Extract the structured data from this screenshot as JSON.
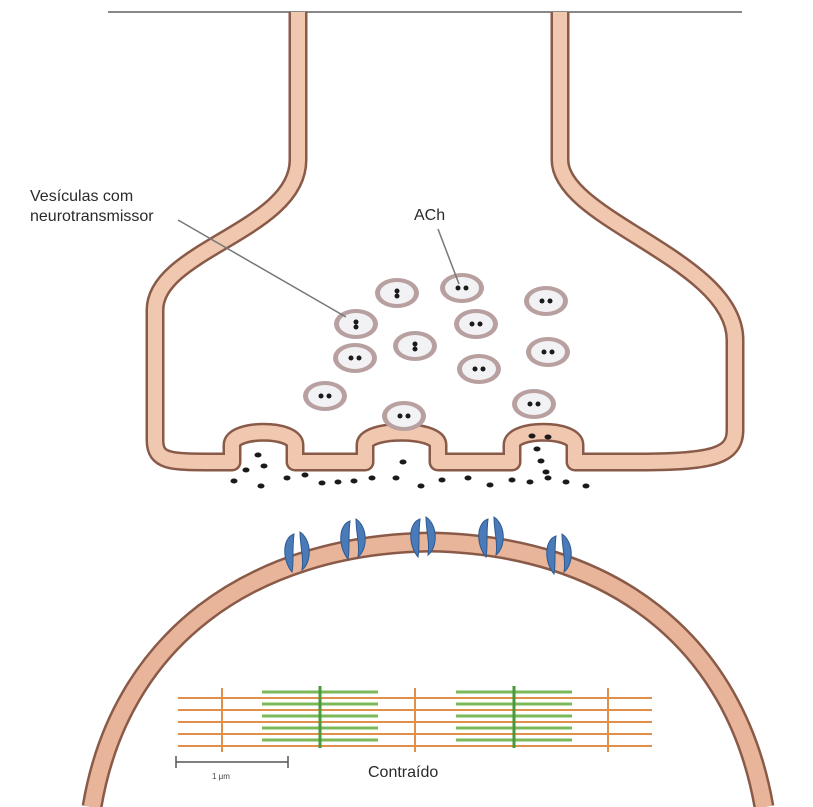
{
  "labels": {
    "vesicles_line1": "Vesículas com",
    "vesicles_line2": "neurotransmissor",
    "ach": "ACh",
    "contracted": "Contraído",
    "scale": "1 μm"
  },
  "colors": {
    "membrane_fill": "#f0c8b0",
    "membrane_stroke": "#8a5a48",
    "receptor": "#4a7ab8",
    "vesicle_outer": "#b8a0a0",
    "vesicle_inner": "#f2f2f4",
    "neurotransmitter": "#1a1a1a",
    "actin": "#e0904a",
    "myosin": "#7ab85a",
    "leader_line": "#777777"
  }
}
